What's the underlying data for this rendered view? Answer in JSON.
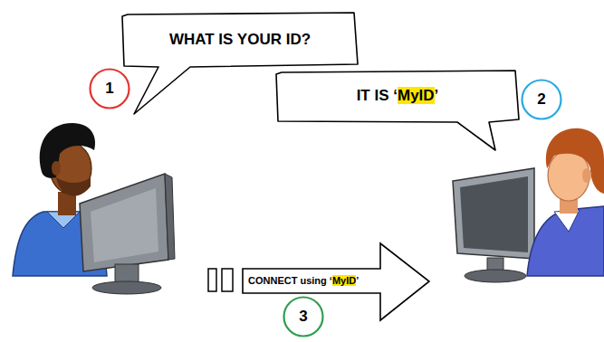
{
  "diagram": {
    "nodes": [
      {
        "text": [
          "WHAT IS YOUR ID?"
        ]
      },
      {
        "text": [
          "1"
        ]
      },
      {
        "text": [
          "IT IS ‘MyID’"
        ]
      },
      {
        "text": [
          "2"
        ]
      },
      {
        "text": [
          "CONNECT using ‘MyID’"
        ]
      },
      {
        "text": [
          "3"
        ]
      }
    ]
  }
}
